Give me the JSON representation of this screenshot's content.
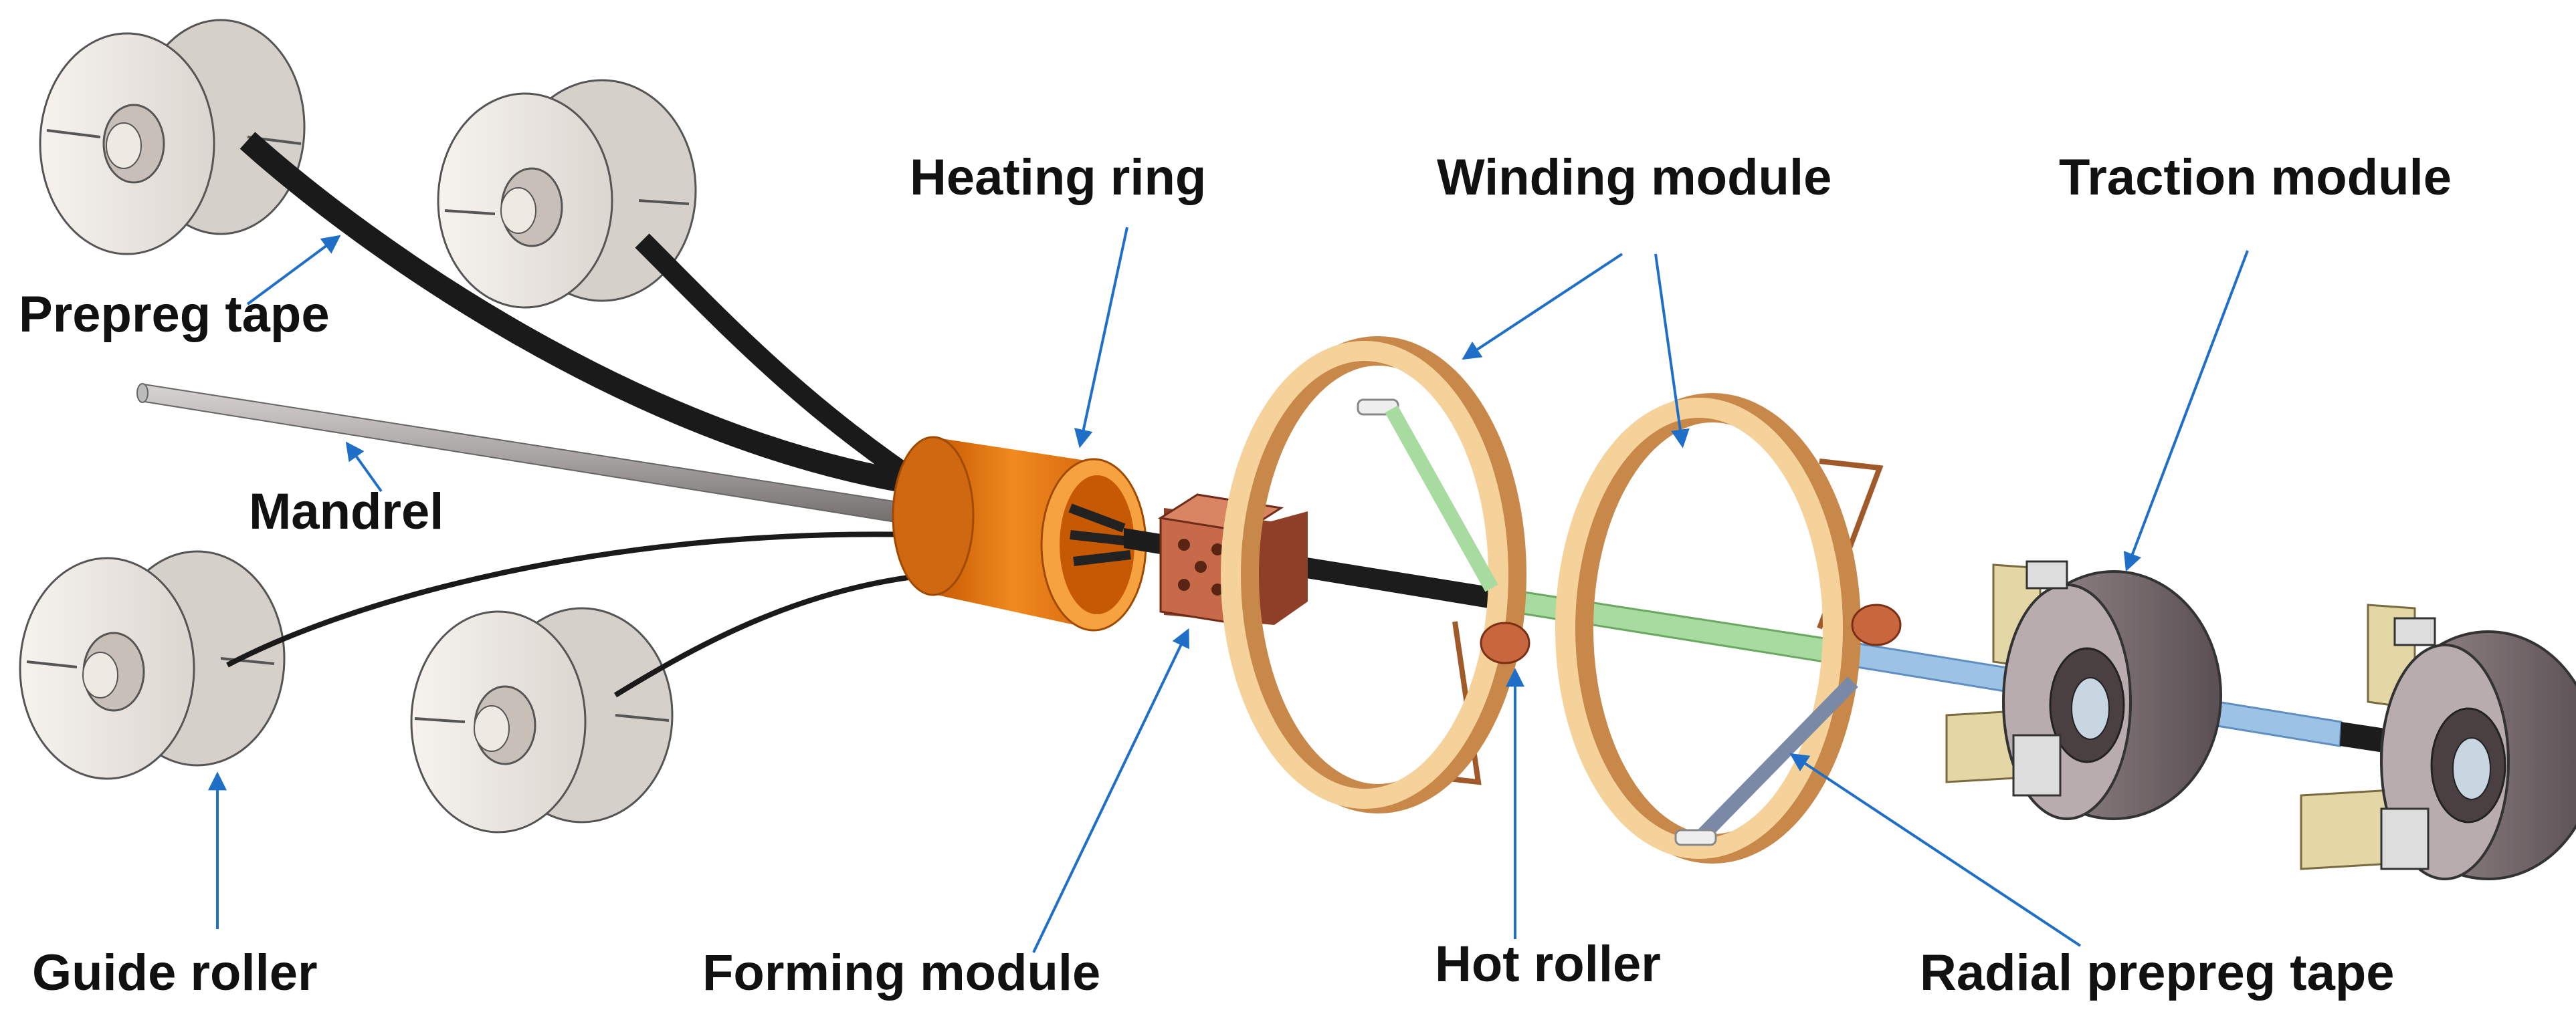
{
  "labels": {
    "prepreg_tape": "Prepreg tape",
    "mandrel": "Mandrel",
    "guide_roller": "Guide roller",
    "heating_ring": "Heating ring",
    "forming_module": "Forming module",
    "winding_module": "Winding module",
    "hot_roller": "Hot roller",
    "traction_module": "Traction module",
    "radial_prepreg_tape": "Radial prepreg tape"
  },
  "colors": {
    "arrow": "#1f6fc8",
    "spool": "#ece9e5",
    "tape": "#1a1a1a",
    "heating_ring": "#e07010",
    "forming_block": "#c66a4a",
    "winding_ring": "#e8b77a",
    "wound_green": "#a8dba0",
    "wound_blue": "#9cc3e6",
    "traction_body": "#7a6e70",
    "mandrel": "#a8a4a4"
  }
}
